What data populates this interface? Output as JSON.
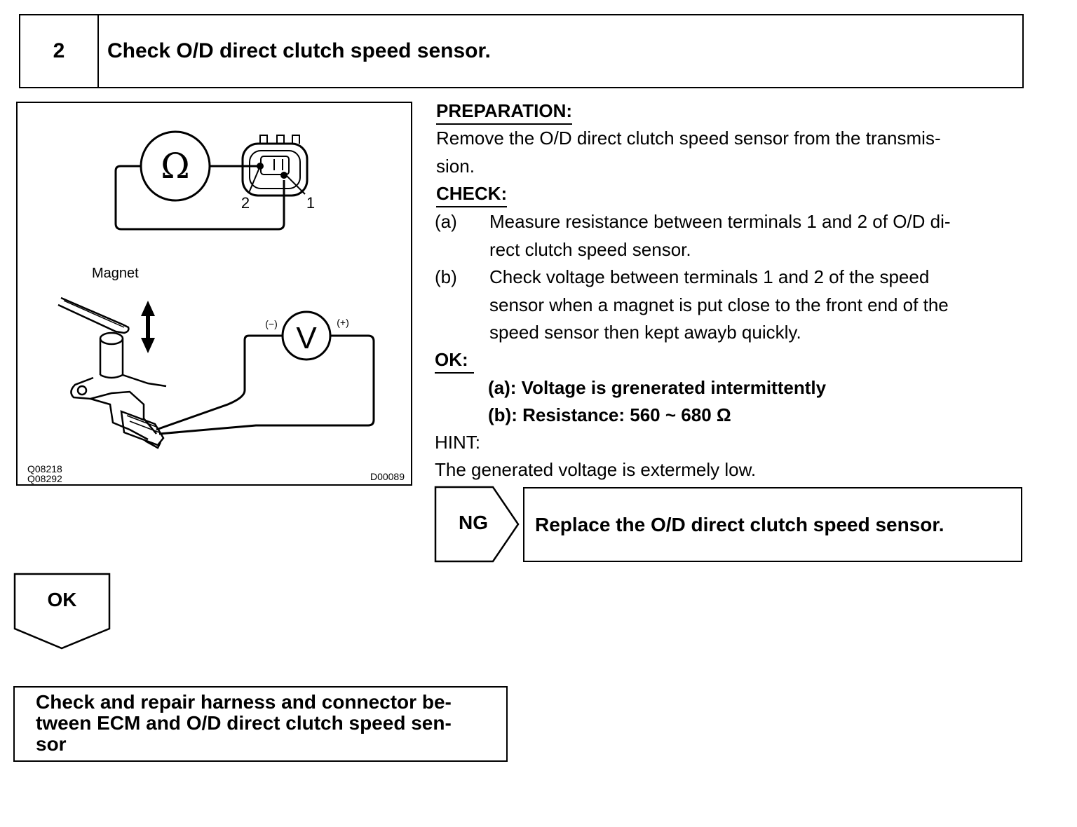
{
  "step": {
    "number": "2",
    "title": "Check O/D direct clutch speed sensor."
  },
  "figure": {
    "ohm_symbol": "Ω",
    "volt_symbol": "V",
    "terminal_2": "2",
    "terminal_1": "1",
    "magnet_label": "Magnet",
    "minus_label": "(−)",
    "plus_label": "(+)",
    "code_left_1": "Q08218",
    "code_left_2": "Q08292",
    "code_right": "D00089"
  },
  "preparation": {
    "heading": "PREPARATION:",
    "line1": "Remove the O/D direct clutch speed sensor from the transmis-",
    "line2": "sion."
  },
  "check": {
    "heading": "CHECK:",
    "items": [
      {
        "marker": "(a)",
        "line1": "Measure resistance between terminals 1 and 2 of O/D di-",
        "line2": "rect clutch speed sensor."
      },
      {
        "marker": "(b)",
        "line1": "Check voltage between terminals 1 and 2 of the speed",
        "line2": "sensor when a magnet is put close to the front end of the",
        "line3": "speed sensor then kept awayb quickly."
      }
    ]
  },
  "ok": {
    "heading": "OK:",
    "line_a": "(a): Voltage is grenerated intermittently",
    "line_b": "(b): Resistance: 560 ~ 680 Ω"
  },
  "hint": {
    "heading": "HINT:",
    "text": "The generated voltage is extermely low."
  },
  "ng_branch": {
    "label": "NG",
    "result": "Replace the O/D direct clutch speed sensor."
  },
  "ok_branch": {
    "label": "OK",
    "result_line1": "Check and repair harness and connector be-",
    "result_line2": "tween ECM and O/D direct clutch speed sen-",
    "result_line3": "sor"
  }
}
